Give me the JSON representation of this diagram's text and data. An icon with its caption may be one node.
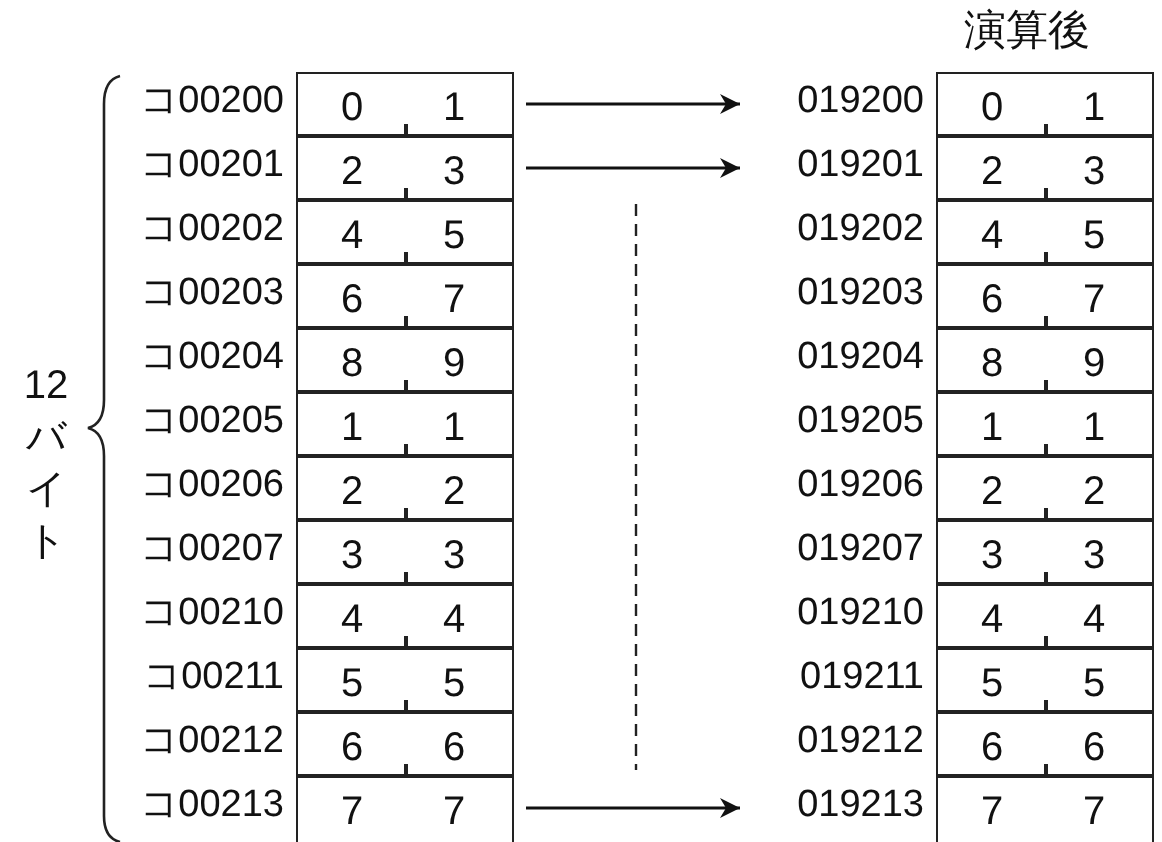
{
  "diagram": {
    "nodes": [
      {
        "text": [
          "0",
          "1"
        ],
        "beside": [
          "コ00200"
        ]
      },
      {
        "text": [
          "2",
          "3"
        ],
        "beside": [
          "コ00201"
        ]
      },
      {
        "text": [
          "4",
          "5"
        ],
        "beside": [
          "コ00202"
        ]
      },
      {
        "text": [
          "6",
          "7"
        ],
        "beside": [
          "コ00203"
        ]
      },
      {
        "text": [
          "8",
          "9"
        ],
        "beside": [
          "コ00204"
        ]
      },
      {
        "text": [
          "1",
          "1"
        ],
        "beside": [
          "コ00205"
        ]
      },
      {
        "text": [
          "2",
          "2"
        ],
        "beside": [
          "コ00206"
        ]
      },
      {
        "text": [
          "3",
          "3"
        ],
        "beside": [
          "コ00207"
        ]
      },
      {
        "text": [
          "4",
          "4"
        ],
        "beside": [
          "コ00210"
        ]
      },
      {
        "text": [
          "5",
          "5"
        ],
        "beside": [
          "コ00211"
        ]
      },
      {
        "text": [
          "6",
          "6"
        ],
        "beside": [
          "コ00212"
        ]
      },
      {
        "text": [
          "7",
          "7"
        ],
        "beside": [
          "コ00213"
        ]
      },
      {
        "text": [
          "0",
          "1"
        ],
        "beside": [
          "019200"
        ]
      },
      {
        "text": [
          "2",
          "3"
        ],
        "beside": [
          "019201"
        ]
      },
      {
        "text": [
          "4",
          "5"
        ],
        "beside": [
          "019202"
        ]
      },
      {
        "text": [
          "6",
          "7"
        ],
        "beside": [
          "019203"
        ]
      },
      {
        "text": [
          "8",
          "9"
        ],
        "beside": [
          "019204"
        ]
      },
      {
        "text": [
          "1",
          "1"
        ],
        "beside": [
          "019205"
        ]
      },
      {
        "text": [
          "2",
          "2"
        ],
        "beside": [
          "019206"
        ]
      },
      {
        "text": [
          "3",
          "3"
        ],
        "beside": [
          "019207"
        ]
      },
      {
        "text": [
          "4",
          "4"
        ],
        "beside": [
          "019210"
        ]
      },
      {
        "text": [
          "5",
          "5"
        ],
        "beside": [
          "019211"
        ]
      },
      {
        "text": [
          "6",
          "6"
        ],
        "beside": [
          "019212"
        ]
      },
      {
        "text": [
          "7",
          "7"
        ],
        "beside": [
          "019213"
        ]
      }
    ],
    "edges": [
      {
        "from": 0,
        "to": 12,
        "arrow": "to"
      },
      {
        "from": 1,
        "to": 13,
        "arrow": "to"
      },
      {
        "from": 11,
        "to": 23,
        "arrow": "to"
      }
    ],
    "labels": [
      "演算後",
      "12バイト"
    ]
  }
}
